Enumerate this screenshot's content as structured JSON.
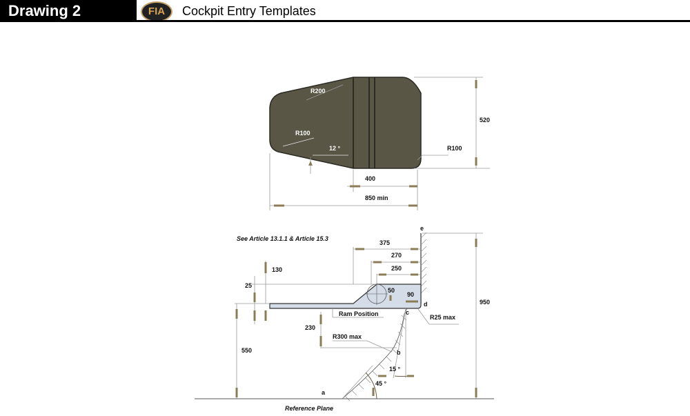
{
  "header": {
    "drawing_label": "Drawing 2",
    "logo_text": "FIA",
    "title": "Cockpit Entry Templates"
  },
  "top_template": {
    "r200": "R200",
    "r100_left": "R100",
    "r100_right": "R100",
    "angle": "12 °",
    "height": "520",
    "width_inner": "400",
    "width_total": "850 min"
  },
  "side_template": {
    "note": "See Article 13.1.1 & Article 15.3",
    "dim_375": "375",
    "dim_270": "270",
    "dim_250": "250",
    "dim_130": "130",
    "dim_25": "25",
    "dim_50": "50",
    "dim_90": "90",
    "dim_230": "230",
    "dim_550": "550",
    "dim_950": "950",
    "ram_position": "Ram Position",
    "r25": "R25 max",
    "r300": "R300 max",
    "angle_15": "15 °",
    "angle_45": "45 °",
    "point_a": "a",
    "point_b": "b",
    "point_c": "c",
    "point_d": "d",
    "point_e": "e",
    "reference_plane": "Reference Plane"
  },
  "colors": {
    "template_fill": "#5a5646",
    "ram_fill": "#d4dce8",
    "header_black": "#000000",
    "logo_gold": "#d9a356"
  }
}
